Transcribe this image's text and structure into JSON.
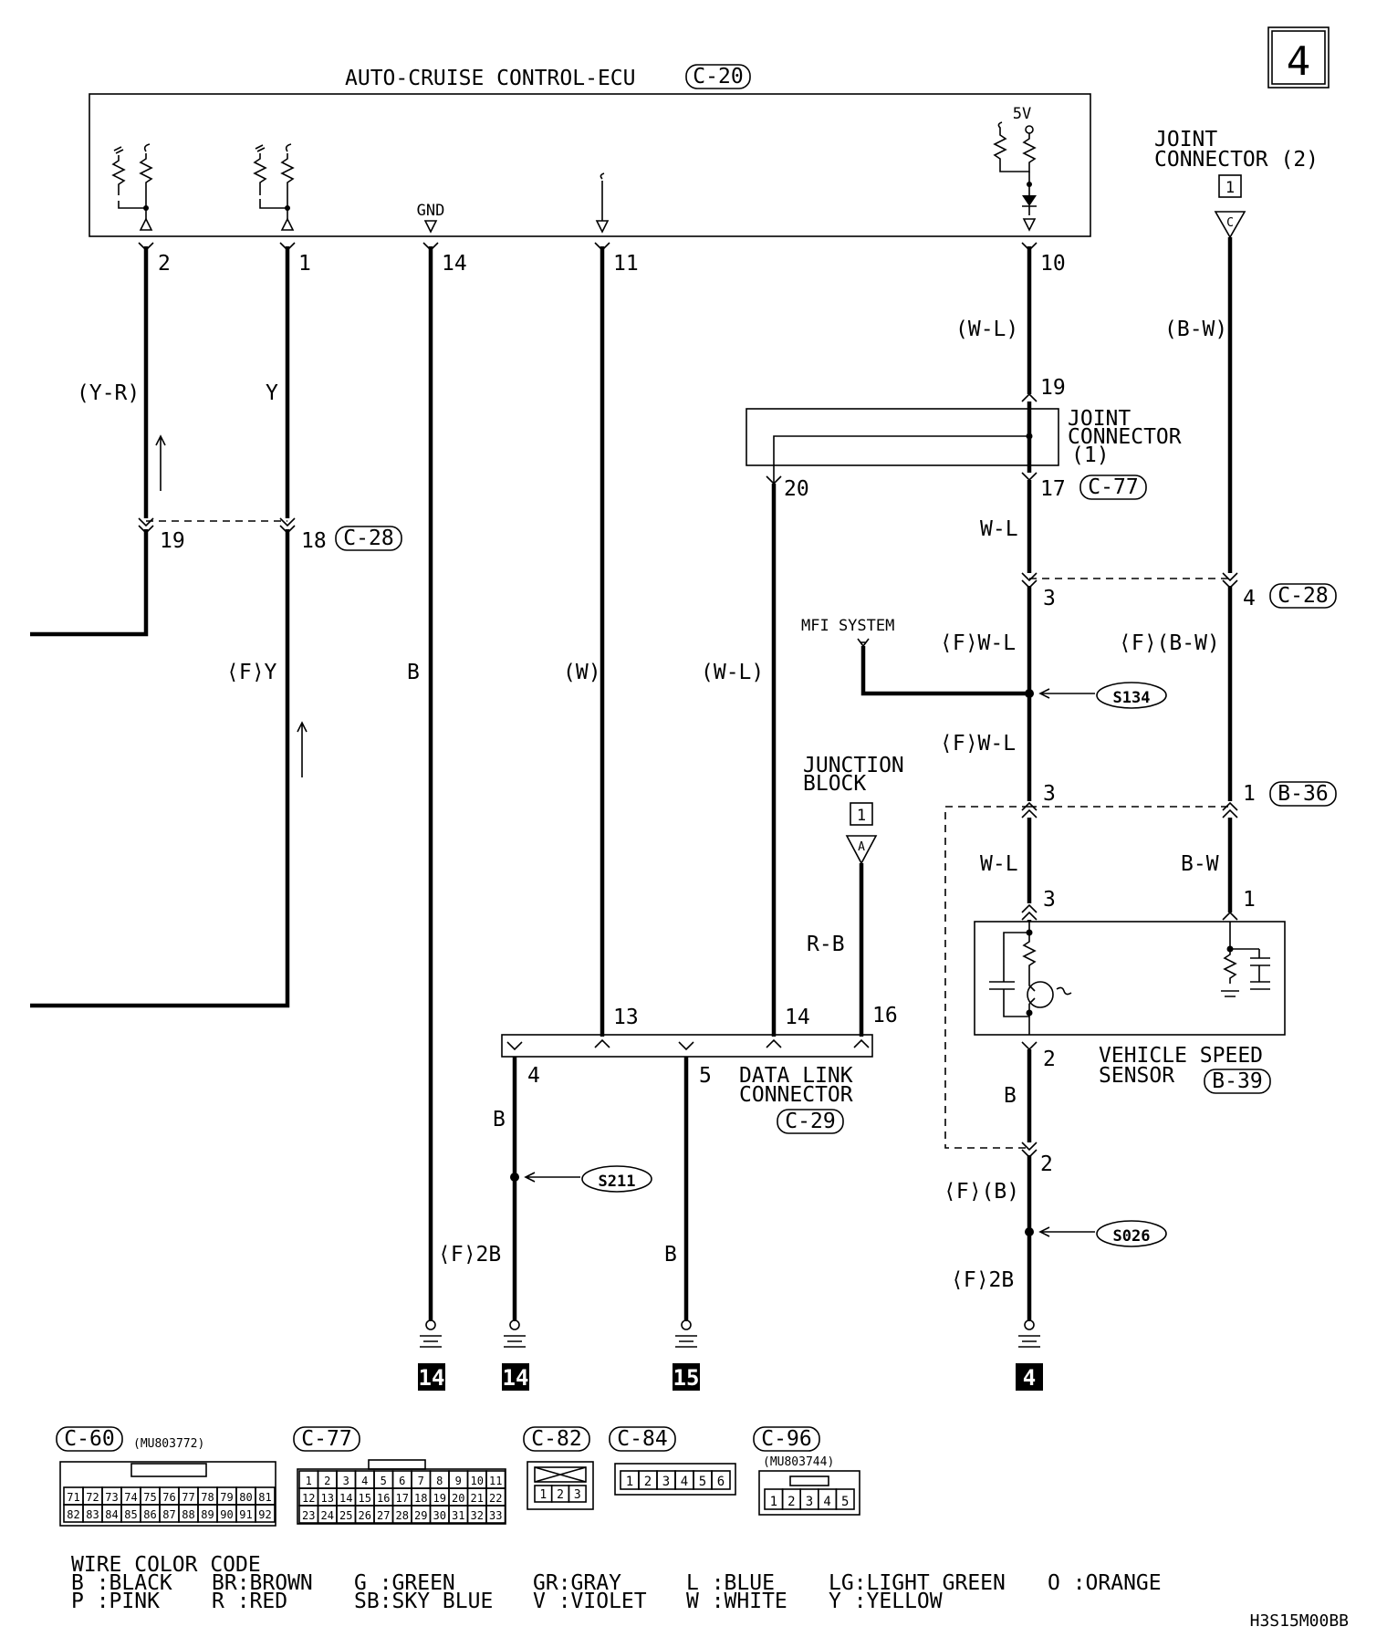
{
  "page_number": "4",
  "ecu": {
    "title": "AUTO-CRUISE CONTROL-ECU",
    "connector": "C-20",
    "gnd_label": "GND",
    "v5_label": "5V",
    "terminals": [
      "2",
      "1",
      "14",
      "11",
      "10"
    ]
  },
  "joint_connector_2": {
    "label_line1": "JOINT",
    "label_line2": "CONNECTOR (2)",
    "box": "1",
    "connector_letter": "C"
  },
  "joint_connector_1": {
    "label_line1": "JOINT",
    "label_line2": "CONNECTOR",
    "label_line3": "(1)",
    "connector": "C-77",
    "pin_19": "19",
    "pin_17": "17",
    "pin_20": "20"
  },
  "wires": {
    "y_r": "(Y-R)",
    "y": "Y",
    "f_y": "⟨F⟩Y",
    "b": "B",
    "w": "(W)",
    "w_l_par": "(W-L)",
    "w_l_par2": "(W-L)",
    "b_w_par": "(B-W)",
    "w_l": "W-L",
    "f_w_l": "⟨F⟩W-L",
    "f_w_l2": "⟨F⟩W-L",
    "f_b_w": "⟨F⟩(B-W)",
    "w_l2": "W-L",
    "b_w": "B-W",
    "r_b": "R-B",
    "b2": "B",
    "f_b": "⟨F⟩(B)",
    "f_2b": "⟨F⟩2B",
    "b3": "B",
    "f_2b2": "⟨F⟩2B",
    "b4": "B"
  },
  "c28": {
    "connector": "C-28",
    "pin_19": "19",
    "pin_18": "18",
    "pin_3": "3",
    "pin_4": "4"
  },
  "mfi": {
    "label": "MFI SYSTEM"
  },
  "splices": {
    "s134": "S134",
    "s211": "S211",
    "s026": "S026"
  },
  "junction_block": {
    "line1": "JUNCTION",
    "line2": "BLOCK",
    "box": "1",
    "connector_letter": "A"
  },
  "b36": {
    "connector": "B-36",
    "pin_3": "3",
    "pin_1": "1"
  },
  "vss": {
    "line1": "VEHICLE SPEED",
    "line2": "SENSOR",
    "connector": "B-39",
    "pin_3": "3",
    "pin_1": "1",
    "pin_2": "2",
    "pin_2b": "2"
  },
  "dlc": {
    "line1": "DATA LINK",
    "line2": "CONNECTOR",
    "connector": "C-29",
    "pin_13": "13",
    "pin_14": "14",
    "pin_16": "16",
    "pin_4": "4",
    "pin_5": "5"
  },
  "grounds": [
    "14",
    "14",
    "15",
    "4"
  ],
  "connector_views": [
    {
      "id": "C-60",
      "part": "(MU803772)",
      "row1": [
        "71",
        "72",
        "73",
        "74",
        "75",
        "76",
        "77",
        "78",
        "79",
        "80",
        "81"
      ],
      "row2": [
        "82",
        "83",
        "84",
        "85",
        "86",
        "87",
        "88",
        "89",
        "90",
        "91",
        "92"
      ]
    },
    {
      "id": "C-77",
      "row1": [
        "1",
        "2",
        "3",
        "4",
        "5",
        "6",
        "7",
        "8",
        "9",
        "10",
        "11"
      ],
      "row2": [
        "12",
        "13",
        "14",
        "15",
        "16",
        "17",
        "18",
        "19",
        "20",
        "21",
        "22"
      ],
      "row3": [
        "23",
        "24",
        "25",
        "26",
        "27",
        "28",
        "29",
        "30",
        "31",
        "32",
        "33"
      ]
    },
    {
      "id": "C-82",
      "row1": [
        "1",
        "2",
        "3"
      ]
    },
    {
      "id": "C-84",
      "row1": [
        "1",
        "2",
        "3",
        "4",
        "5",
        "6"
      ]
    },
    {
      "id": "C-96",
      "part": "(MU803744)",
      "row1": [
        "1",
        "2",
        "3",
        "4",
        "5"
      ]
    }
  ],
  "wire_color_code": {
    "title": "WIRE COLOR CODE",
    "row1": [
      "B :BLACK",
      "BR:BROWN",
      "G :GREEN",
      "GR:GRAY",
      "L :BLUE",
      "LG:LIGHT GREEN",
      "O :ORANGE"
    ],
    "row2": [
      "P :PINK",
      "R :RED",
      "SB:SKY BLUE",
      "V :VIOLET",
      "W :WHITE",
      "Y :YELLOW"
    ]
  },
  "footer_code": "H3S15M00BB"
}
